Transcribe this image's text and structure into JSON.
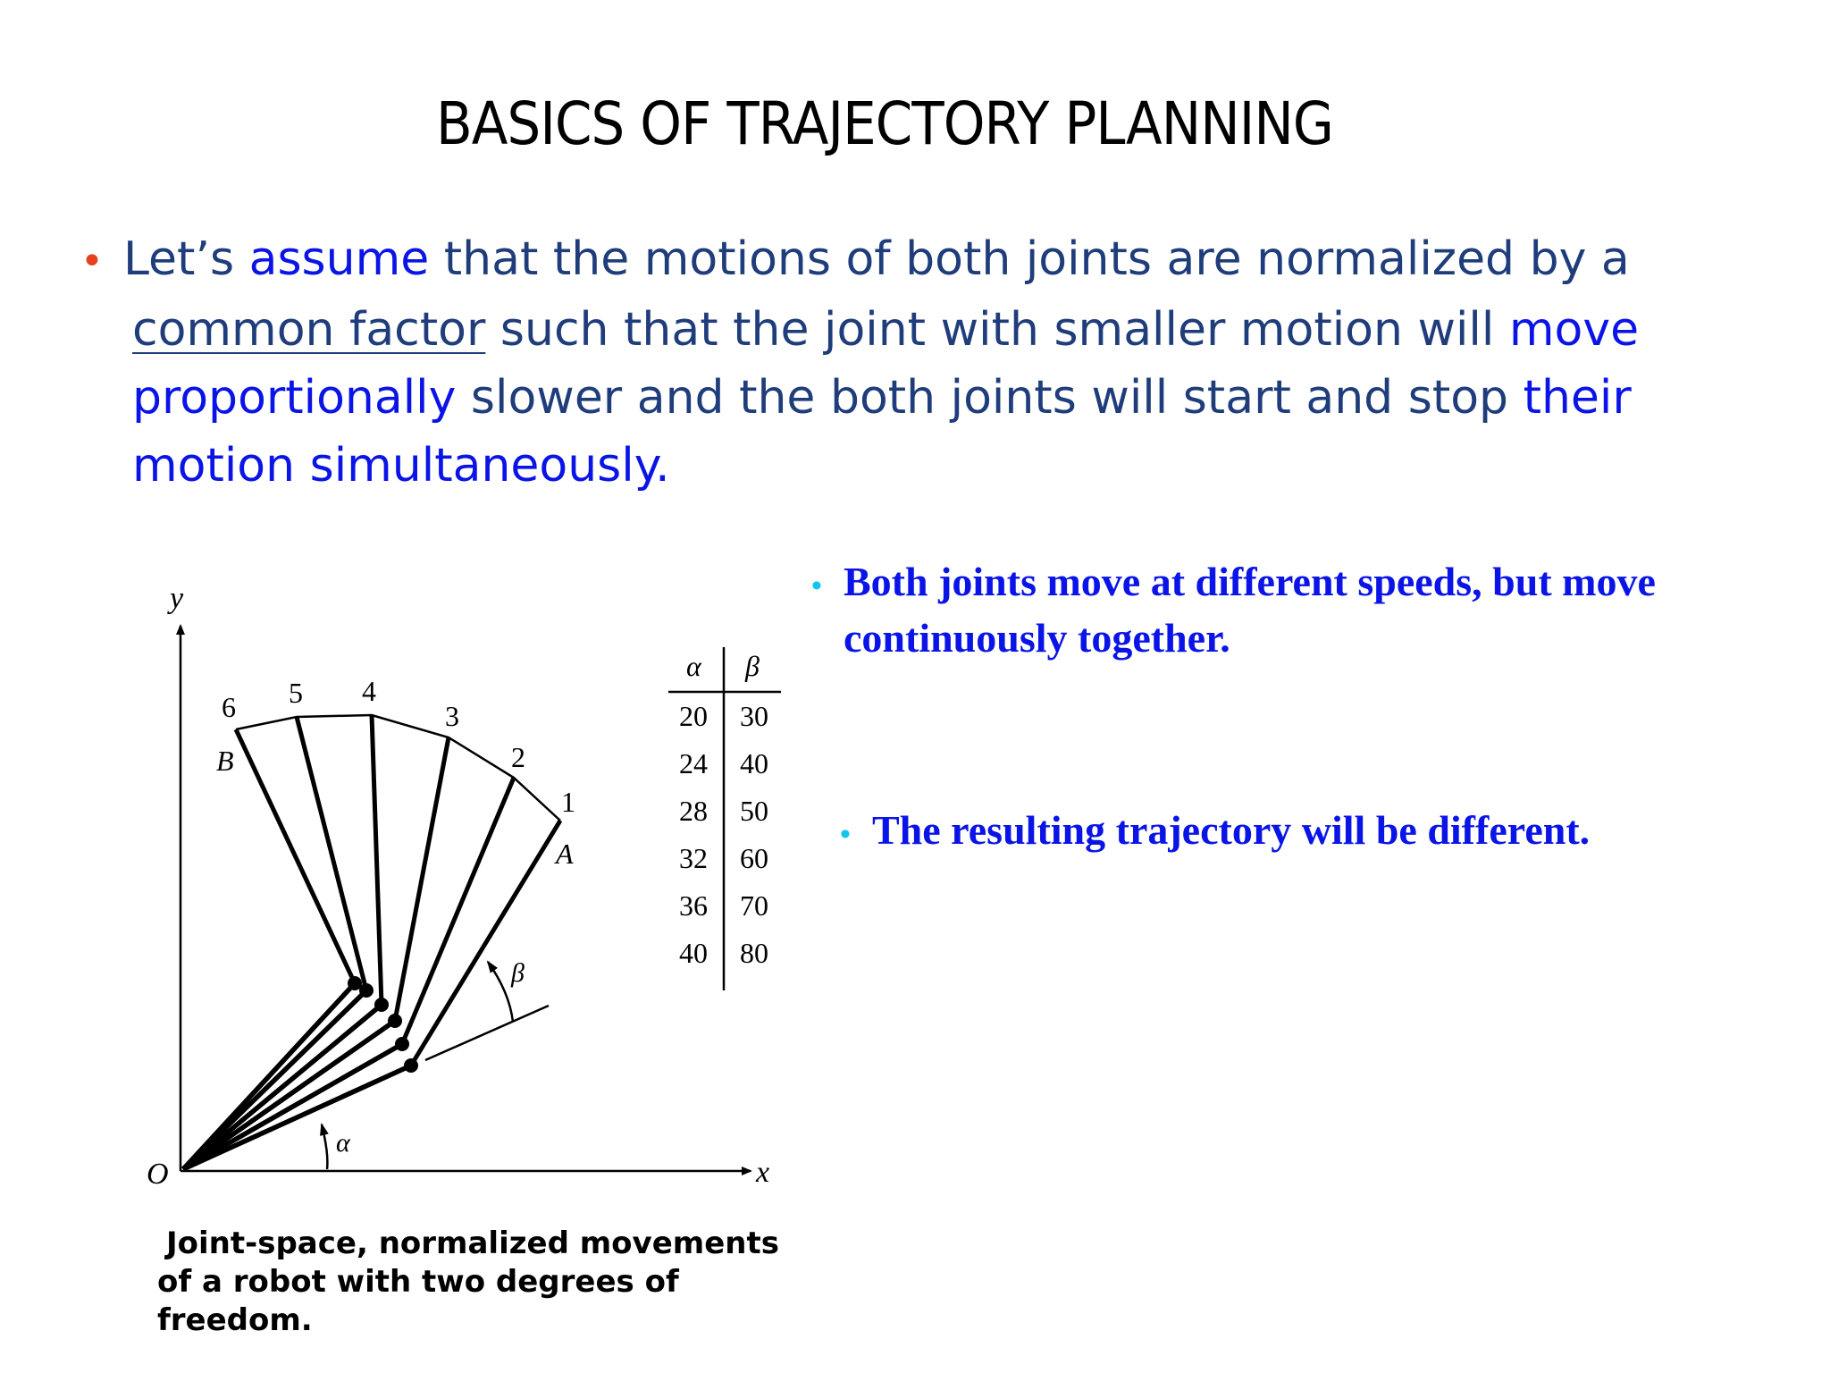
{
  "title": "BASICS OF TRAJECTORY PLANNING",
  "paragraph": {
    "bullet": "•",
    "parts": [
      "Let’s ",
      "assume",
      " that the motions of both joints are normalized by a",
      "common factor",
      " such that the joint with smaller motion will ",
      "move",
      "proportionally",
      " slower and the both joints will start and stop ",
      "their",
      "motion simultaneously."
    ]
  },
  "right_bullets": [
    {
      "bullet": "•",
      "lines": [
        "Both joints move at different speeds, but move",
        "continuously together."
      ]
    },
    {
      "bullet": "•",
      "lines": [
        "The resulting trajectory will be different."
      ]
    }
  ],
  "figure": {
    "axis_labels": {
      "y": "y",
      "x": "x",
      "origin": "O"
    },
    "angle_labels": {
      "alpha": "α",
      "beta": "β"
    },
    "point_labels": {
      "start": "A",
      "end": "B"
    },
    "position_numbers": [
      "1",
      "2",
      "3",
      "4",
      "5",
      "6"
    ],
    "table": {
      "headers": [
        "α",
        "β"
      ],
      "rows": [
        [
          "20",
          "30"
        ],
        [
          "24",
          "40"
        ],
        [
          "28",
          "50"
        ],
        [
          "32",
          "60"
        ],
        [
          "36",
          "70"
        ],
        [
          "40",
          "80"
        ]
      ]
    },
    "colors": {
      "lines": "#000000"
    }
  },
  "caption": [
    "Joint-space, normalized movements",
    "of a robot with two degrees of freedom."
  ]
}
